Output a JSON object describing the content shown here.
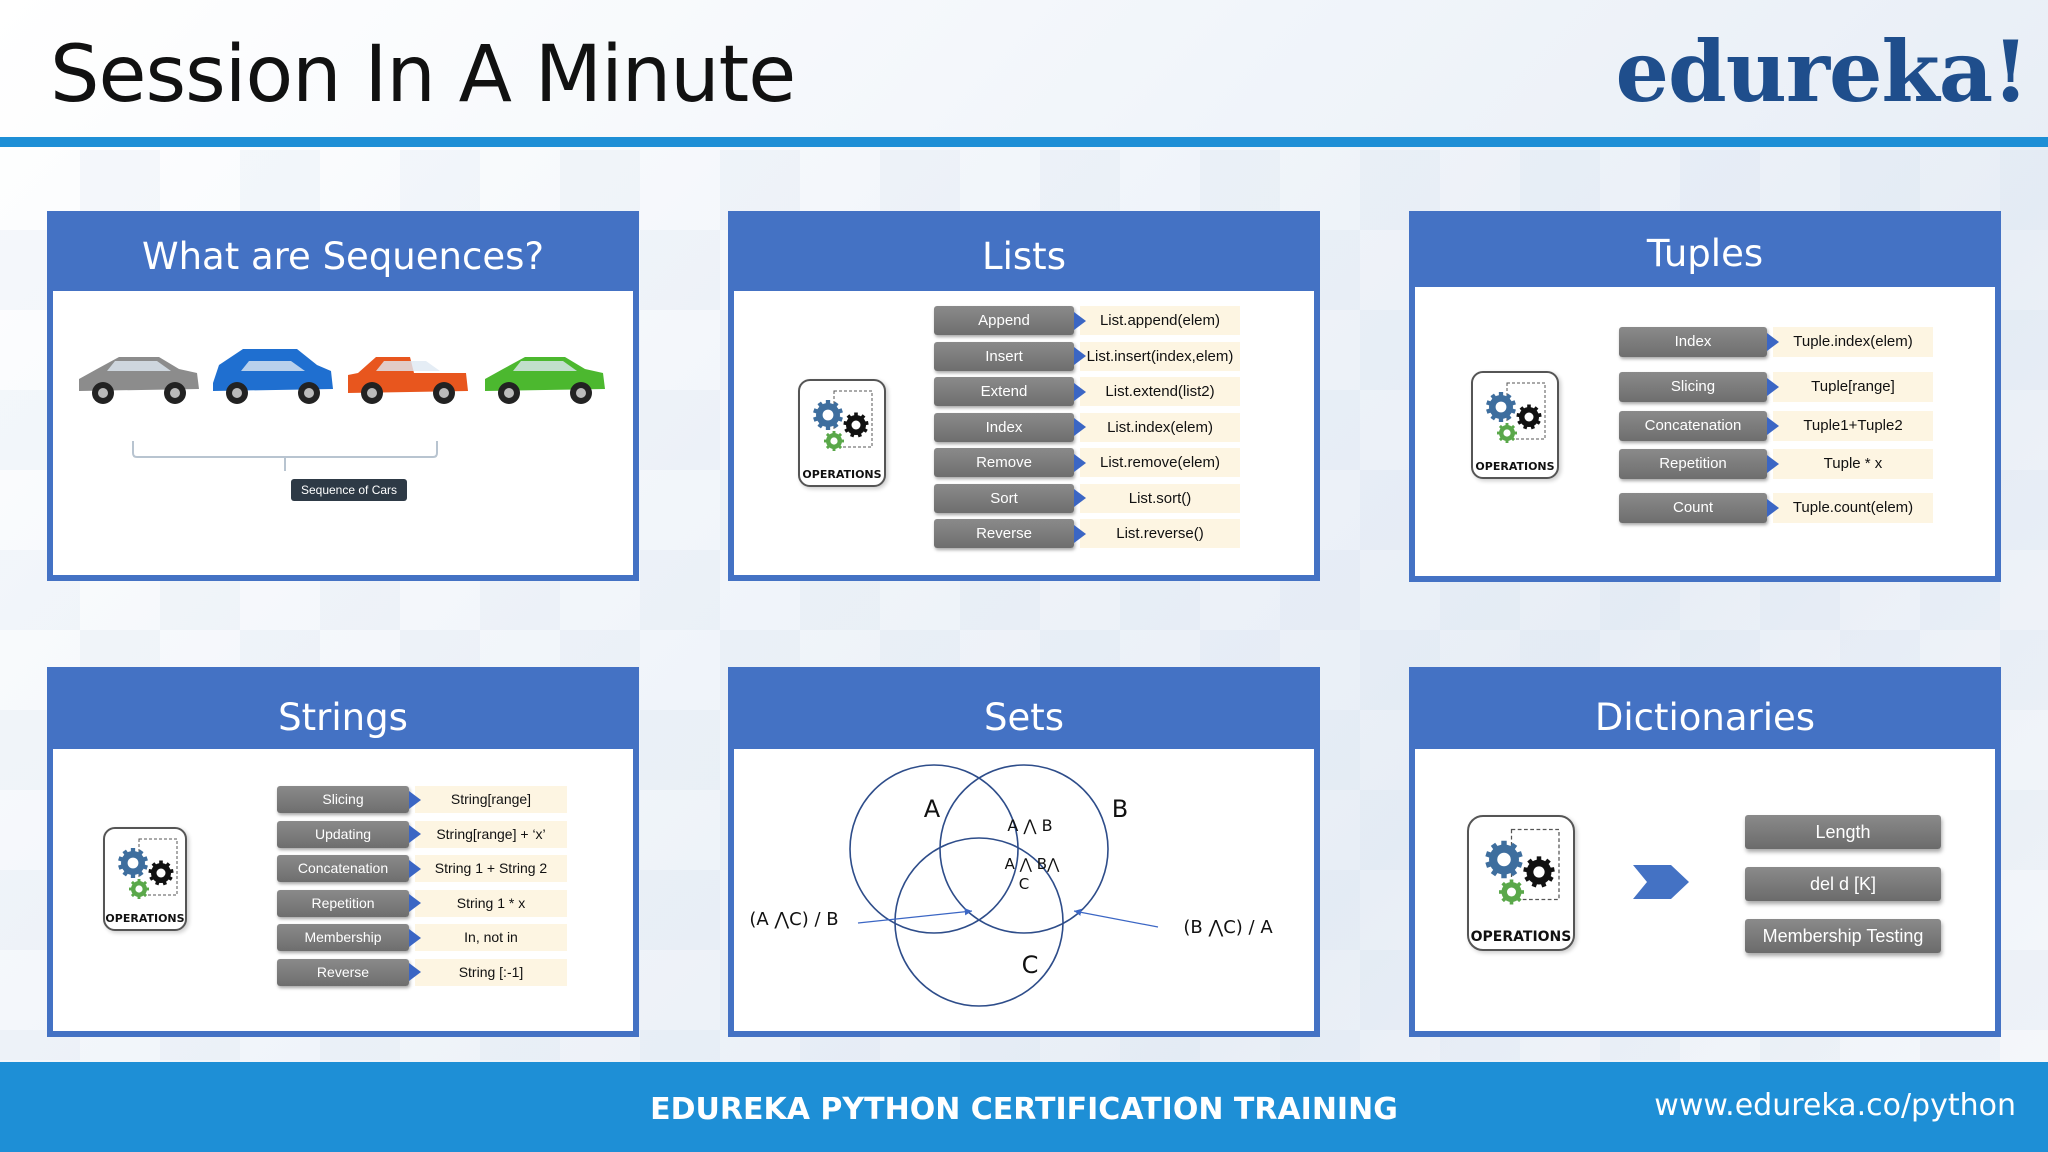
{
  "header": {
    "title": "Session In A Minute",
    "logo": "edureka!"
  },
  "panels": {
    "sequences": {
      "title": "What are Sequences?",
      "car_label": "Sequence of Cars",
      "car_colors": [
        "#8c8c8c",
        "#1f6fd0",
        "#e8561e",
        "#4cb82f"
      ]
    },
    "lists": {
      "title": "Lists",
      "ops_label": "OPERATIONS",
      "items": [
        {
          "op": "Append",
          "code": "List.append(elem)"
        },
        {
          "op": "Insert",
          "code": "List.insert(index,elem)"
        },
        {
          "op": "Extend",
          "code": "List.extend(list2)"
        },
        {
          "op": "Index",
          "code": "List.index(elem)"
        },
        {
          "op": "Remove",
          "code": "List.remove(elem)"
        },
        {
          "op": "Sort",
          "code": "List.sort()"
        },
        {
          "op": "Reverse",
          "code": "List.reverse()"
        }
      ]
    },
    "tuples": {
      "title": "Tuples",
      "ops_label": "OPERATIONS",
      "items": [
        {
          "op": "Index",
          "code": "Tuple.index(elem)"
        },
        {
          "op": "Slicing",
          "code": "Tuple[range]"
        },
        {
          "op": "Concatenation",
          "code": "Tuple1+Tuple2"
        },
        {
          "op": "Repetition",
          "code": "Tuple * x"
        },
        {
          "op": "Count",
          "code": "Tuple.count(elem)"
        }
      ]
    },
    "strings": {
      "title": "Strings",
      "ops_label": "OPERATIONS",
      "items": [
        {
          "op": "Slicing",
          "code": "String[range]"
        },
        {
          "op": "Updating",
          "code": "String[range] + ‘x’"
        },
        {
          "op": "Concatenation",
          "code": "String 1 + String 2"
        },
        {
          "op": "Repetition",
          "code": "String 1 * x"
        },
        {
          "op": "Membership",
          "code": "In, not in"
        },
        {
          "op": "Reverse",
          "code": "String [:-1]"
        }
      ]
    },
    "sets": {
      "title": "Sets",
      "a": "A",
      "b": "B",
      "c": "C",
      "ab": "A ⋀ B",
      "abc_line1": "A ⋀ B⋀",
      "abc_line2": "C",
      "ac_minus_b": "(A ⋀C) / B",
      "bc_minus_a": "(B ⋀C) / A"
    },
    "dictionaries": {
      "title": "Dictionaries",
      "ops_label": "OPERATIONS",
      "items": [
        "Length",
        "del d [K]",
        "Membership Testing"
      ]
    }
  },
  "footer": {
    "title": "EDUREKA PYTHON CERTIFICATION TRAINING",
    "url": "www.edureka.co/python"
  }
}
